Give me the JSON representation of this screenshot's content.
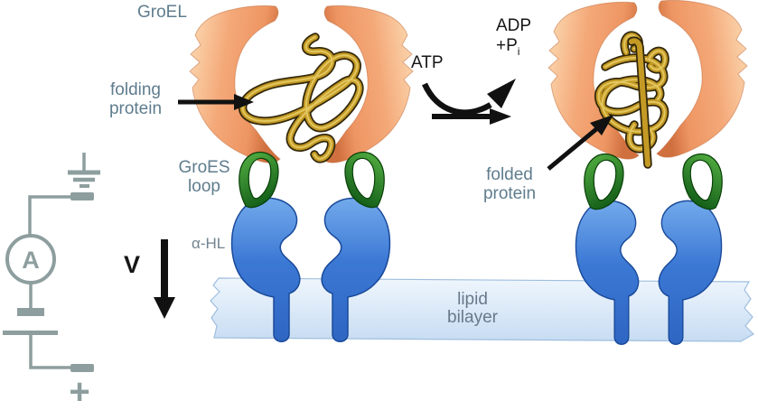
{
  "labels": {
    "groel": "GroEL",
    "folding_protein_line1": "folding",
    "folding_protein_line2": "protein",
    "groes_loop_line1": "GroES",
    "groes_loop_line2": "loop",
    "atp": "ATP",
    "adp_line1": "ADP",
    "adp_base": "+P",
    "adp_sub": "i",
    "folded_protein_line1": "folded",
    "folded_protein_line2": "protein",
    "alpha_hl": "α-HL",
    "voltage": "V",
    "lipid_line1": "lipid",
    "lipid_line2": "bilayer",
    "ammeter": "A",
    "plus_terminal": "+"
  },
  "colors": {
    "groel_body": "#F2A475",
    "groel_highlight": "#FCDDB6",
    "groel_shadow": "#D0703F",
    "protein_ribbon_gold": "#C49A25",
    "protein_ribbon_dark": "#33280A",
    "protein_ribbon_highlight": "#E8CF6A",
    "groes_loop_green": "#2E8B22",
    "pore_blue": "#3B78D4",
    "pore_blue_light": "#6FA8EC",
    "pore_blue_dark": "#1A4A9A",
    "bilayer_light": "#EDF4FC",
    "bilayer_dark": "#C7DCF2",
    "circuit_gray": "#8E9E9E",
    "label_gray": "#5F7D8E",
    "arrow_black": "#111111",
    "background": "#FFFFFF"
  }
}
